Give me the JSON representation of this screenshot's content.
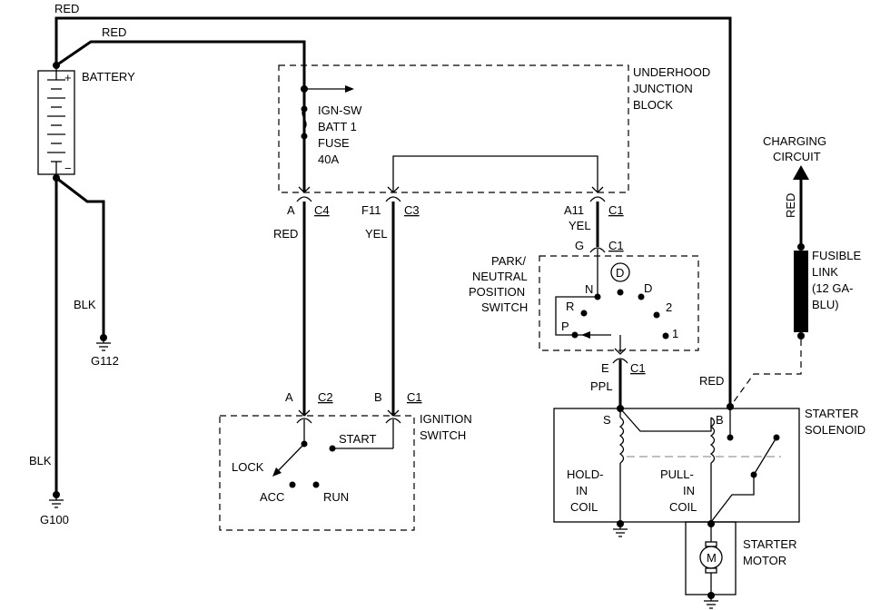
{
  "wires": {
    "red_top": "RED",
    "red_battery": "RED",
    "blk_g112": "BLK",
    "blk_g100": "BLK",
    "red_c4": "RED",
    "yel_c3": "YEL",
    "yel_c1": "YEL",
    "ppl": "PPL",
    "red_charging": "RED",
    "red_solenoid": "RED"
  },
  "battery": {
    "label": "BATTERY",
    "plus": "+",
    "minus": "−"
  },
  "grounds": {
    "g112": "G112",
    "g100": "G100"
  },
  "junction_block": {
    "lines": [
      "UNDERHOOD",
      "JUNCTION",
      "BLOCK"
    ]
  },
  "fuse": {
    "lines": [
      "IGN-SW",
      "BATT 1",
      "FUSE",
      "40A"
    ]
  },
  "connectors": {
    "c4_pin": "A",
    "c4": "C4",
    "c3_pin": "F11",
    "c3": "C3",
    "c1_top_pin": "A11",
    "c1_top": "C1",
    "pn_in_pin": "G",
    "pn_in": "C1",
    "pn_out_pin": "E",
    "pn_out": "C1",
    "ign_a_pin": "A",
    "ign_a": "C2",
    "ign_b_pin": "B",
    "ign_b": "C1"
  },
  "park_neutral": {
    "lines": [
      "PARK/",
      "NEUTRAL",
      "POSITION",
      "SWITCH"
    ],
    "circle": "D",
    "positions": {
      "n": "N",
      "r": "R",
      "p": "P",
      "d": "D",
      "two": "2",
      "one": "1"
    }
  },
  "ignition_switch": {
    "lines": [
      "IGNITION",
      "SWITCH"
    ],
    "positions": {
      "lock": "LOCK",
      "acc": "ACC",
      "run": "RUN",
      "start": "START"
    }
  },
  "charging": {
    "lines": [
      "CHARGING",
      "CIRCUIT"
    ]
  },
  "fusible_link": {
    "lines": [
      "FUSIBLE",
      "LINK",
      "(12 GA-",
      "BLU)"
    ]
  },
  "solenoid": {
    "lines": [
      "STARTER",
      "SOLENOID"
    ],
    "s": "S",
    "b": "B",
    "hold_coil": [
      "HOLD-",
      "IN",
      "COIL"
    ],
    "pull_coil": [
      "PULL-",
      "IN",
      "COIL"
    ]
  },
  "motor": {
    "lines": [
      "STARTER",
      "MOTOR"
    ],
    "symbol": "M"
  }
}
